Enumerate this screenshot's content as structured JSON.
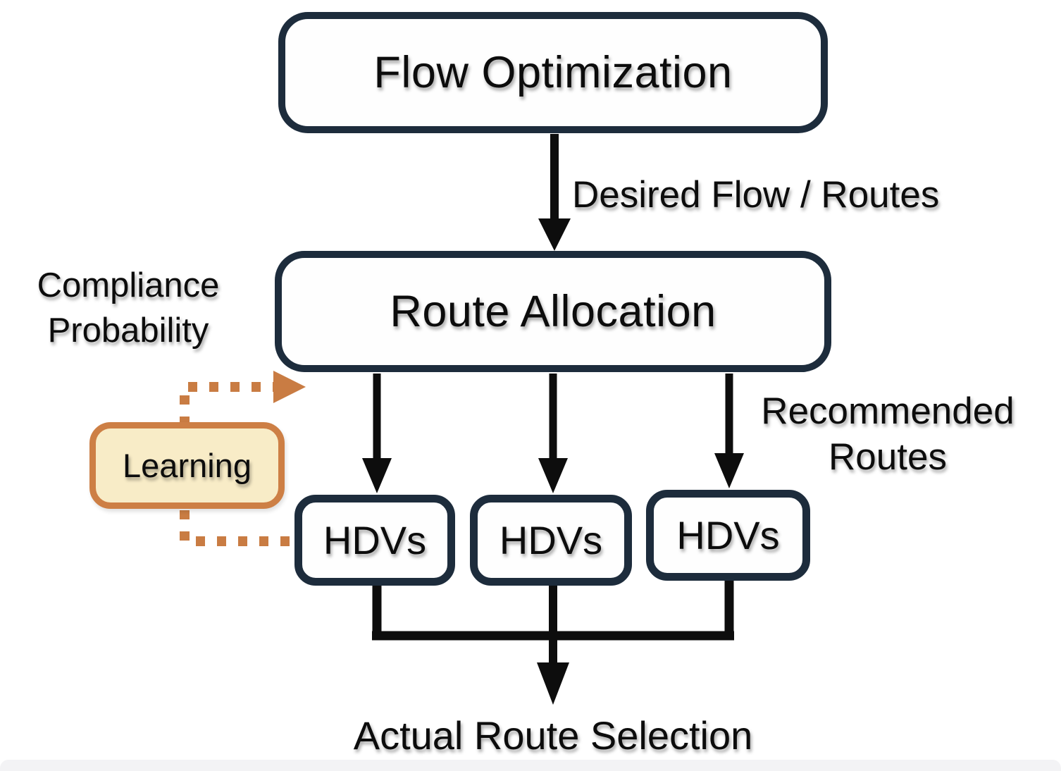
{
  "diagram": {
    "nodes": {
      "flow_optimization": {
        "label": "Flow Optimization"
      },
      "route_allocation": {
        "label": "Route Allocation"
      },
      "learning": {
        "label": "Learning"
      },
      "hdvs_1": {
        "label": "HDVs"
      },
      "hdvs_2": {
        "label": "HDVs"
      },
      "hdvs_3": {
        "label": "HDVs"
      }
    },
    "labels": {
      "desired_flow": "Desired Flow / Routes",
      "compliance": {
        "line1": "Compliance",
        "line2": "Probability"
      },
      "recommended": {
        "line1": "Recommended",
        "line2": "Routes"
      },
      "actual_route": "Actual Route Selection"
    },
    "colors": {
      "node_border": "#1d2c3c",
      "node_fill": "#fefefe",
      "black_arrow": "#0d0d0d",
      "learning_border": "#cd7f45",
      "learning_fill": "#f8ecc7",
      "orange_dotted": "#c97c43",
      "text": "#0c0c0c",
      "bottom_bar": "#f3f3f5",
      "background": "#ffffff"
    }
  }
}
